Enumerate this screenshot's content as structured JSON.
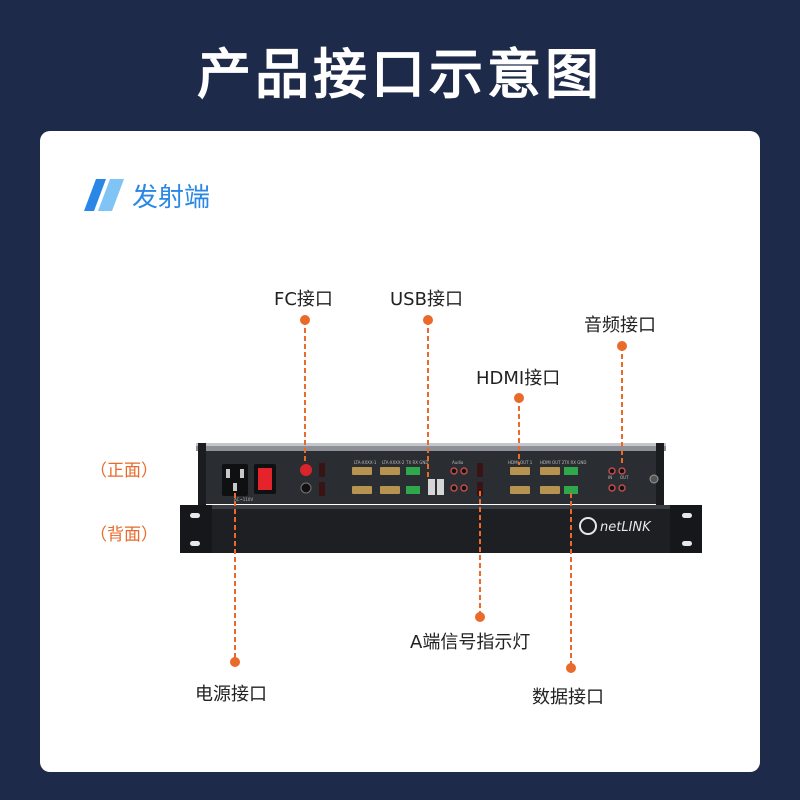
{
  "title": "产品接口示意图",
  "section": {
    "title": "发射端"
  },
  "labels": {
    "front": "（正面）",
    "back": "（背面）"
  },
  "callouts": {
    "fc": "FC接口",
    "usb": "USB接口",
    "audio": "音频接口",
    "hdmi": "HDMI接口",
    "signal": "A端信号指示灯",
    "power": "电源接口",
    "data": "数据接口"
  },
  "device": {
    "brand": "netLINK",
    "port_labels": {
      "in1": "LTA-XXXX-1",
      "in2": "LTA-XXXX-2",
      "out1": "HDMI OUT 1",
      "out2": "HDMI OUT 2",
      "rs": "TX RX GND",
      "audio": "Audio",
      "in": "IN",
      "out": "OUT",
      "power": "AC~110V"
    }
  },
  "colors": {
    "background": "#1e2a4a",
    "accent_orange": "#e96a2a",
    "section_blue": "#2a87e6"
  }
}
